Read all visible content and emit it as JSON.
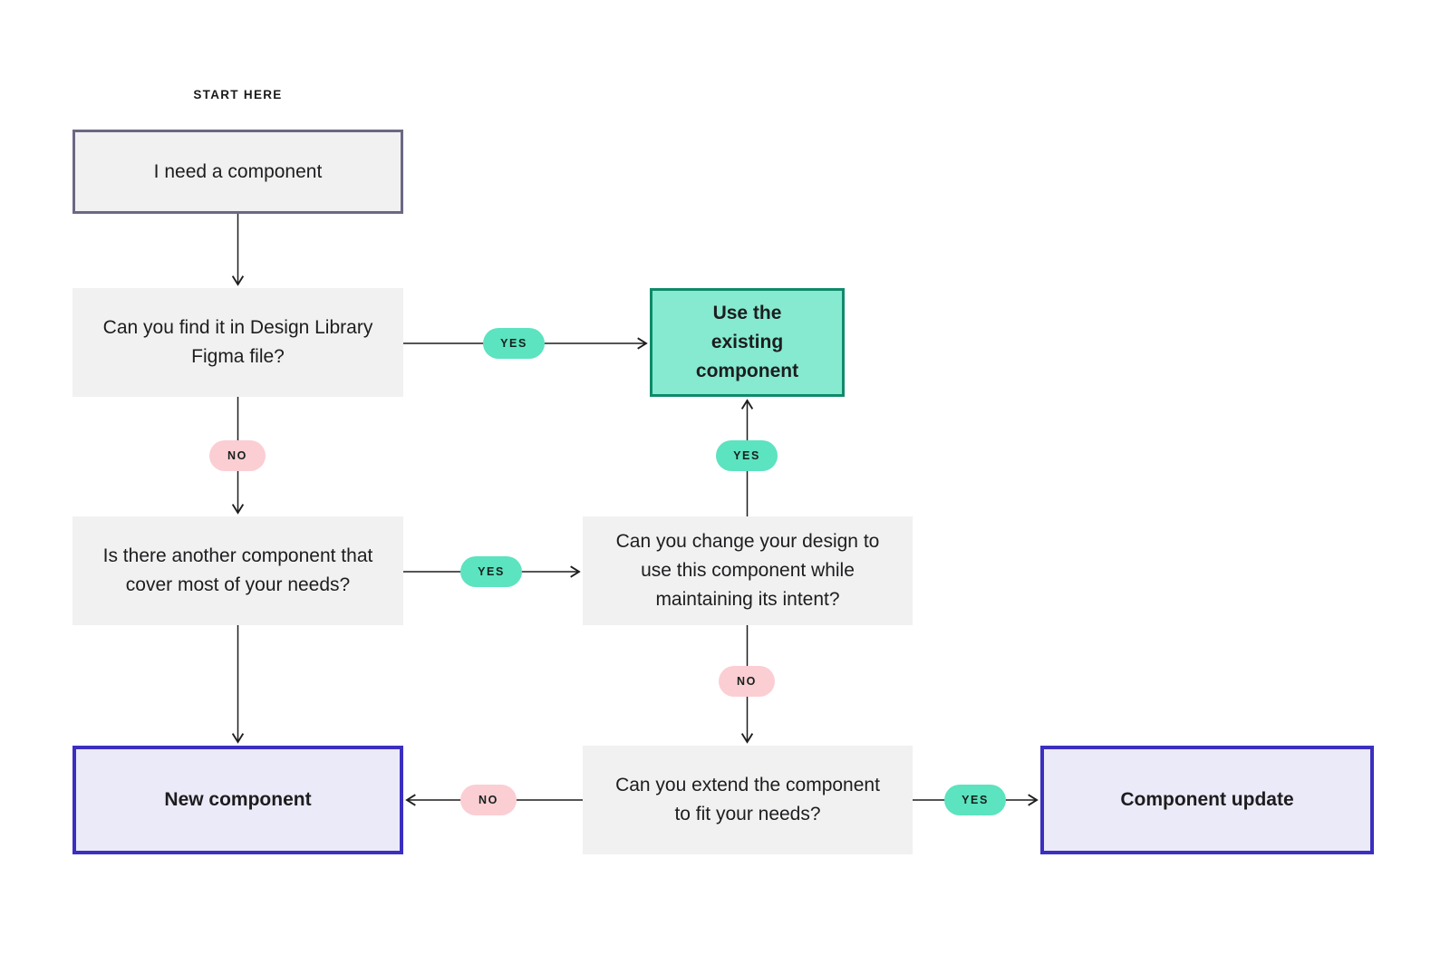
{
  "diagram": {
    "start_label": "START HERE",
    "nodes": {
      "start": {
        "label": "I need a component"
      },
      "find_in_library": {
        "label": "Can you find it in Design Library Figma file?"
      },
      "use_existing": {
        "label": "Use the existing component"
      },
      "another_component": {
        "label": "Is there another component that cover most of your needs?"
      },
      "change_design": {
        "label": "Can you change your design to use this component while maintaining its intent?"
      },
      "new_component": {
        "label": "New component"
      },
      "extend_component": {
        "label": "Can you extend the component to fit your needs?"
      },
      "component_update": {
        "label": "Component update"
      }
    },
    "edge_labels": {
      "yes": "YES",
      "no": "NO"
    },
    "colors": {
      "yes_pill": "#5ce3bf",
      "no_pill": "#fbced3",
      "question_box": "#f1f1f2",
      "start_border": "#6b6884",
      "green_fill": "#85ead0",
      "green_border": "#0f8a6a",
      "purple_fill": "#ebeaf8",
      "purple_border": "#3b2fc0",
      "arrow": "#1d1d1f"
    }
  }
}
